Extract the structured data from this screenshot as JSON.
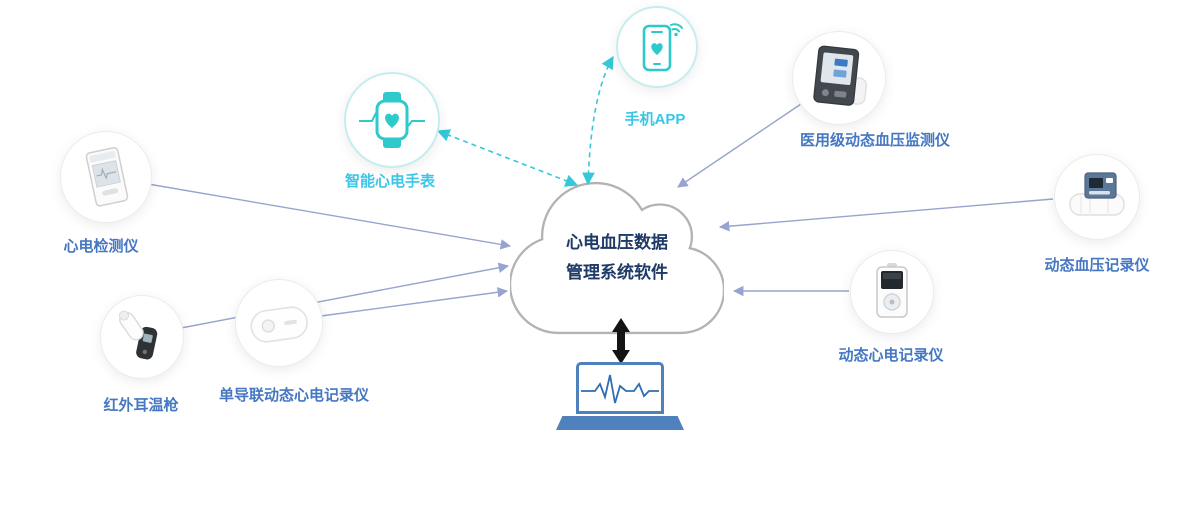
{
  "cloud": {
    "line1": "心电血压数据",
    "line2": "管理系统软件"
  },
  "nodes": [
    {
      "id": "ecg-detector",
      "label": "心电检测仪"
    },
    {
      "id": "ear-thermometer",
      "label": "红外耳温枪"
    },
    {
      "id": "patch-ecg",
      "label": "单导联动态心电记录仪"
    },
    {
      "id": "smartwatch",
      "label": "智能心电手表"
    },
    {
      "id": "phone-app",
      "label": "手机APP"
    },
    {
      "id": "bp-monitor",
      "label": "医用级动态血压监测仪"
    },
    {
      "id": "bp-recorder",
      "label": "动态血压记录仪"
    },
    {
      "id": "holter",
      "label": "动态心电记录仪"
    }
  ],
  "icons": {
    "smartwatch": "smartwatch-heart-icon",
    "phone_app": "smartphone-heart-wifi-icon",
    "ecg_detector": "handheld-ecg-device-icon",
    "ear_thermometer": "ear-thermometer-icon",
    "patch_ecg": "ecg-patch-icon",
    "bp_monitor": "blood-pressure-monitor-icon",
    "bp_recorder": "ambulatory-bp-recorder-icon",
    "holter": "holter-recorder-icon",
    "laptop": "laptop-ecg-icon",
    "cloud": "cloud-shape"
  },
  "colors": {
    "teal": "#2ec9cb",
    "teal_border": "#c5eeef",
    "cyan_label": "#3bc6e8",
    "blue_label": "#4577c2",
    "arrow": "#96a4cf",
    "dashed_arrow": "#35c8d8",
    "cloud_text": "#1f3a66",
    "cloud_border": "#b3b3b3",
    "laptop_blue": "#4f81bd",
    "black_arrow": "#141414"
  }
}
